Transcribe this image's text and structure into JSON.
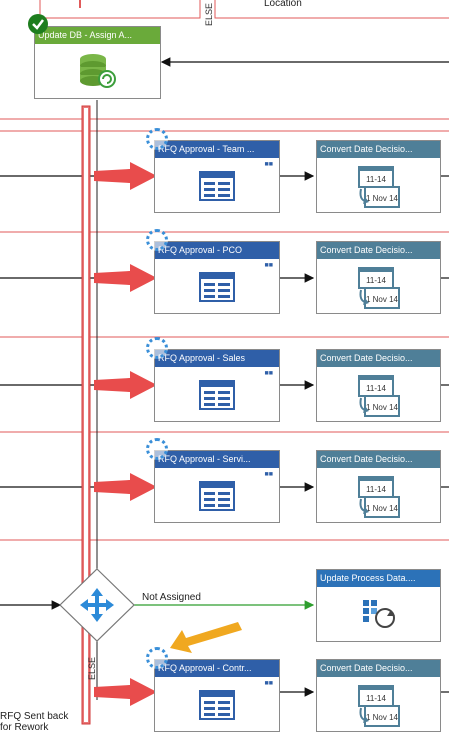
{
  "top": {
    "else_label": "ELSE",
    "location_label": "Location",
    "update_db_title": "Update DB - Assign A..."
  },
  "rows": [
    {
      "approval_title": "RFQ Approval - Team ...",
      "convert_title": "Convert Date Decisio..."
    },
    {
      "approval_title": "RFQ Approval - PCO",
      "convert_title": "Convert Date Decisio..."
    },
    {
      "approval_title": "RFQ Approval - Sales",
      "convert_title": "Convert Date Decisio..."
    },
    {
      "approval_title": "RFQ Approval - Servi...",
      "convert_title": "Convert Date Decisio..."
    },
    {
      "approval_title": "RFQ Approval - Contr...",
      "convert_title": "Convert Date Decisio..."
    }
  ],
  "calendar_text": {
    "line1": "11-14",
    "line2": "1 Nov 14"
  },
  "switch": {
    "not_assigned_label": "Not Assigned",
    "else_label": "ELSE"
  },
  "update_process_title": "Update Process Data....",
  "rework_label": {
    "line1": "RFQ Sent back",
    "line2": "for Rework"
  },
  "colors": {
    "approval_header": "#2f5fa8",
    "convert_header": "#4f7f98",
    "db_header": "#6aaa3a",
    "red_arrow": "#e84c4c",
    "orange_arrow": "#f0a820",
    "green_line": "#2e9e2e",
    "separator": "#e05a5a"
  }
}
